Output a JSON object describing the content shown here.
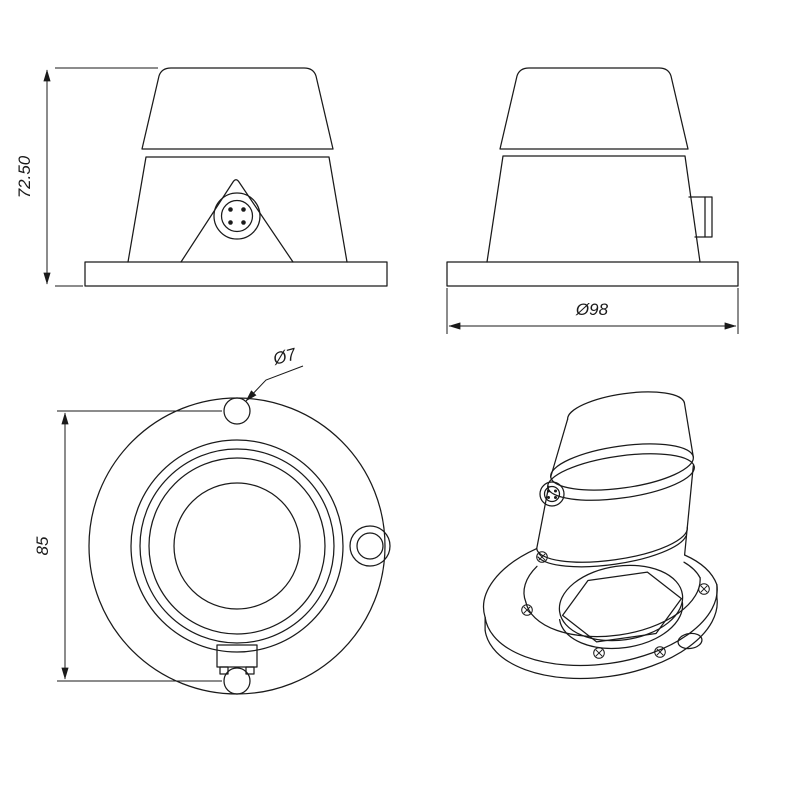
{
  "drawing": {
    "background": "#ffffff",
    "line_color": "#1a1a1a",
    "dimensions": {
      "overall_height": "72.50",
      "flange_diameter": "Ø98",
      "mounting_hole_diameter": "Ø7",
      "hole_spacing": "85"
    }
  }
}
